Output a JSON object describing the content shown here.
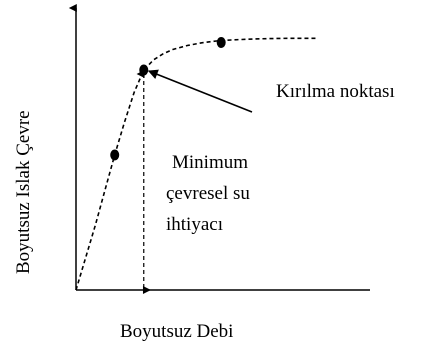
{
  "chart_data": {
    "type": "line",
    "title": "",
    "xlabel": "Boyutsuz Debi",
    "ylabel": "Boyutsuz Islak Çevre",
    "xlim": [
      0,
      1
    ],
    "ylim": [
      0,
      1
    ],
    "grid": false,
    "legend": "none",
    "curve": {
      "x": [
        0,
        0.04,
        0.08,
        0.12,
        0.16,
        0.2,
        0.24,
        0.28,
        0.32,
        0.36,
        0.4,
        0.46,
        0.52,
        0.58,
        0.64,
        0.7,
        0.76,
        0.82,
        0.88,
        0.94,
        1.0
      ],
      "y": [
        0,
        0.13,
        0.26,
        0.4,
        0.54,
        0.67,
        0.79,
        0.88,
        0.92,
        0.945,
        0.962,
        0.978,
        0.989,
        0.996,
        1.0,
        1.003,
        1.005,
        1.006,
        1.007,
        1.007,
        1.007
      ]
    },
    "markers": [
      {
        "x": 0.16,
        "y": 0.54
      },
      {
        "x": 0.28,
        "y": 0.88
      },
      {
        "x": 0.6,
        "y": 0.99
      }
    ],
    "breakpoint": {
      "x": 0.28,
      "y": 0.88
    },
    "annotations": {
      "breakpoint_label": "Kırılma noktası",
      "minimum_lines": [
        "Minimum",
        "çevresel su",
        "ihtiyacı"
      ]
    }
  },
  "colors": {
    "stroke": "#000000",
    "background": "#ffffff"
  }
}
